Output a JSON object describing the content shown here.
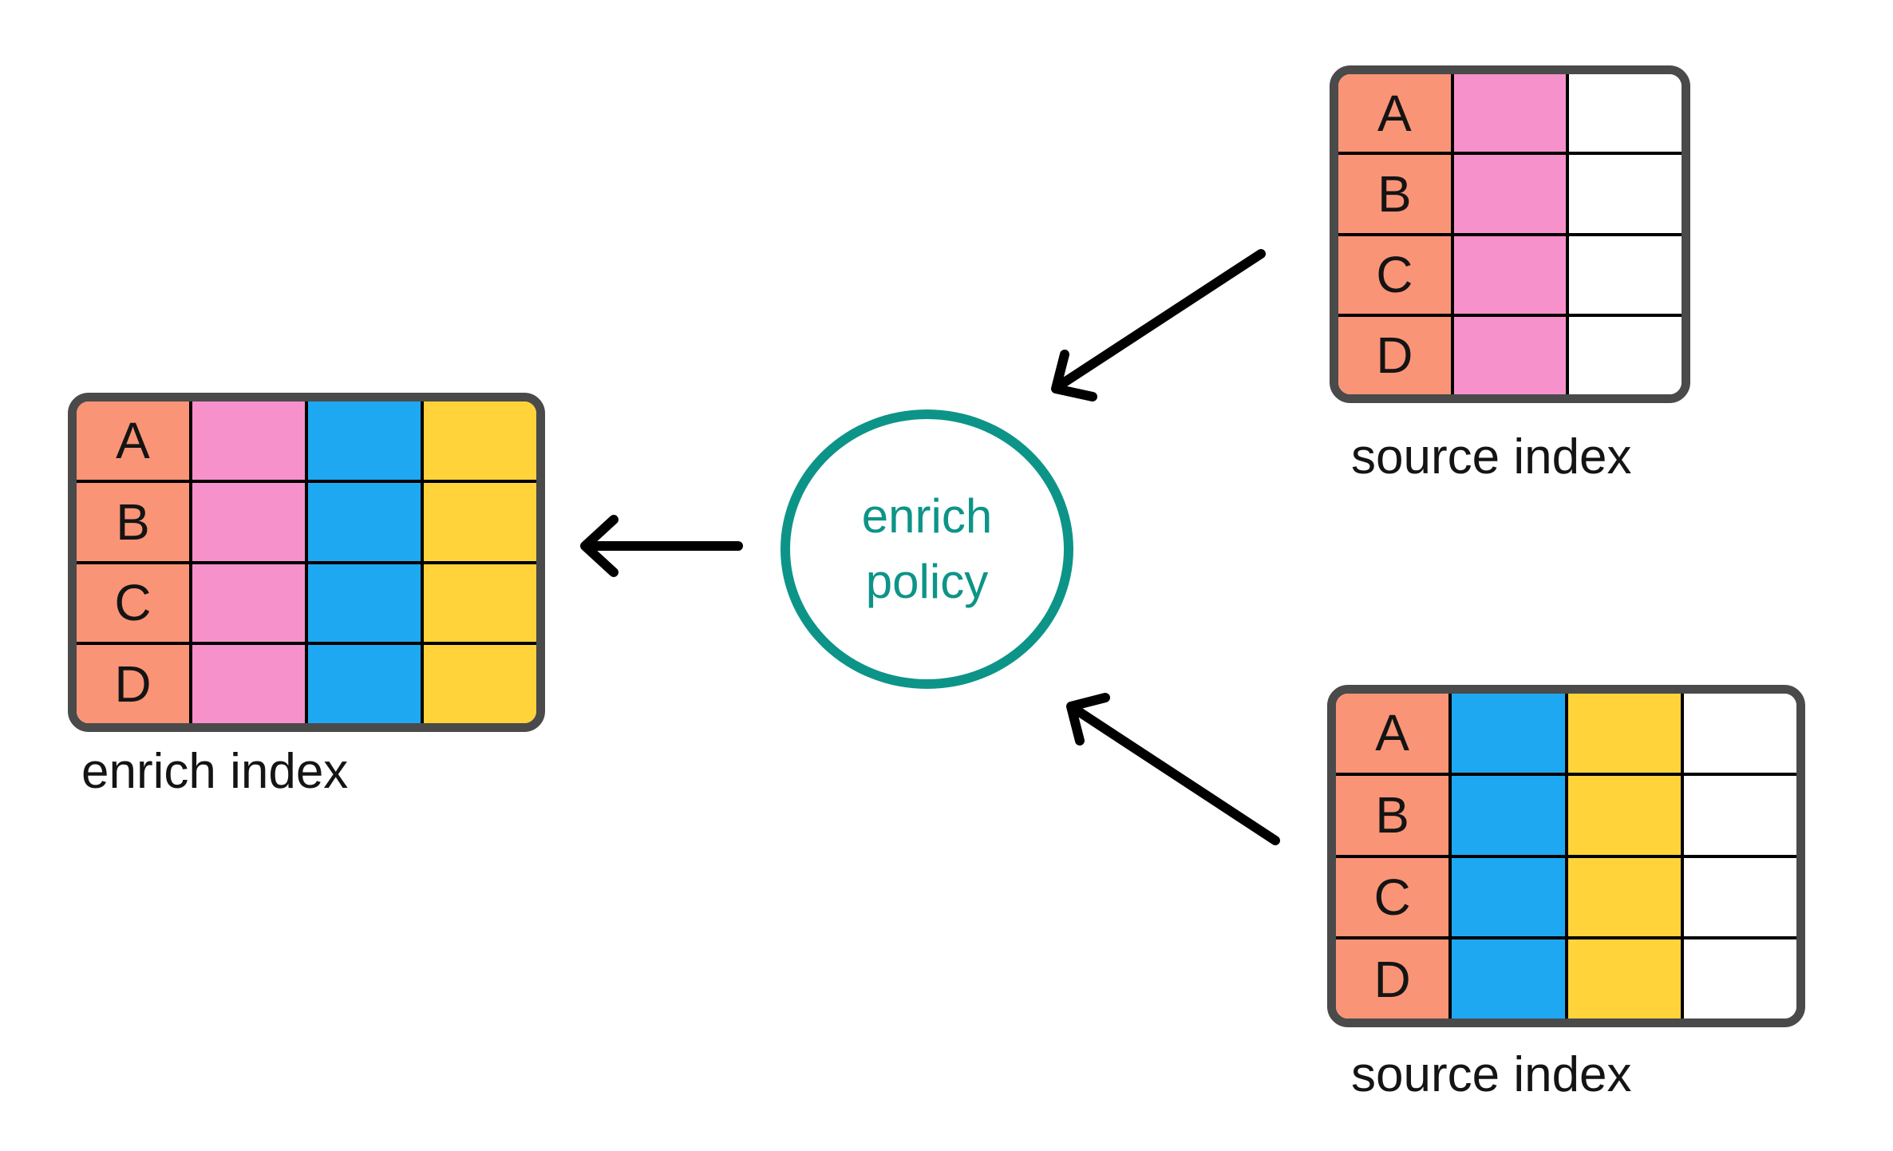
{
  "tables": {
    "enrich": {
      "caption": "enrich index",
      "row_labels": [
        "A",
        "B",
        "C",
        "D"
      ],
      "column_colors": [
        "salmon",
        "pink",
        "blue",
        "yellow"
      ]
    },
    "source_top": {
      "caption": "source index",
      "row_labels": [
        "A",
        "B",
        "C",
        "D"
      ],
      "column_colors": [
        "salmon",
        "pink",
        "white"
      ]
    },
    "source_bottom": {
      "caption": "source index",
      "row_labels": [
        "A",
        "B",
        "C",
        "D"
      ],
      "column_colors": [
        "salmon",
        "blue",
        "yellow",
        "white"
      ]
    }
  },
  "policy_circle": {
    "lines": [
      "enrich",
      "policy"
    ]
  },
  "colors": {
    "salmon": "#FA9476",
    "pink": "#F791CB",
    "blue": "#1EA8F2",
    "yellow": "#FFD339",
    "teal": "#0D9488",
    "table_border": "#4A4A4A",
    "grid_line": "#000000",
    "arrow": "#000000"
  }
}
